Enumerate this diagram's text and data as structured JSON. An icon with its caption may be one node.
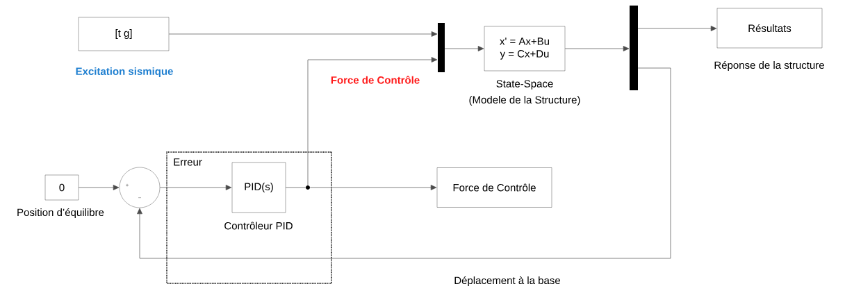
{
  "diagram": {
    "nodes": [
      {
        "text": [
          "[t g]"
        ],
        "beside": [
          "Excitation sismique"
        ]
      },
      {
        "text": [],
        "shape": "bar"
      },
      {
        "text": [
          "x' = Ax+Bu",
          "y = Cx+Du"
        ],
        "beside": [
          "State-Space",
          "(Modele de la Structure)"
        ]
      },
      {
        "text": [],
        "shape": "bar"
      },
      {
        "text": [
          "Résultats"
        ],
        "beside": [
          "Réponse de la structure"
        ]
      },
      {
        "text": [
          "0"
        ],
        "beside": [
          "Position d’équilibre"
        ]
      },
      {
        "text": [
          "+",
          "−"
        ]
      },
      {
        "text": [
          "Erreur"
        ]
      },
      {
        "text": [
          "PID(s)"
        ],
        "beside": [
          "Contrôleur PID"
        ],
        "in": 7
      },
      {
        "text": [],
        "shape": "circle",
        "in": 7
      },
      {
        "text": [
          "Force de Contrôle"
        ]
      }
    ],
    "edges": [
      {
        "from": 0,
        "to": 1,
        "arrow": "to"
      },
      {
        "from": 9,
        "to": 1,
        "arrow": "to",
        "label": "Force de Contrôle"
      },
      {
        "from": 1,
        "to": 2,
        "arrow": "to"
      },
      {
        "from": 2,
        "to": 3,
        "arrow": "to"
      },
      {
        "from": 3,
        "to": 4,
        "arrow": "to"
      },
      {
        "from": 3,
        "to": 6,
        "arrow": "to",
        "label": "Déplacement à la base"
      },
      {
        "from": 5,
        "to": 6,
        "arrow": "to"
      },
      {
        "from": 6,
        "to": 8,
        "arrow": "to"
      },
      {
        "from": 8,
        "to": 9,
        "arrow": "none"
      },
      {
        "from": 9,
        "to": 10,
        "arrow": "to"
      }
    ]
  }
}
